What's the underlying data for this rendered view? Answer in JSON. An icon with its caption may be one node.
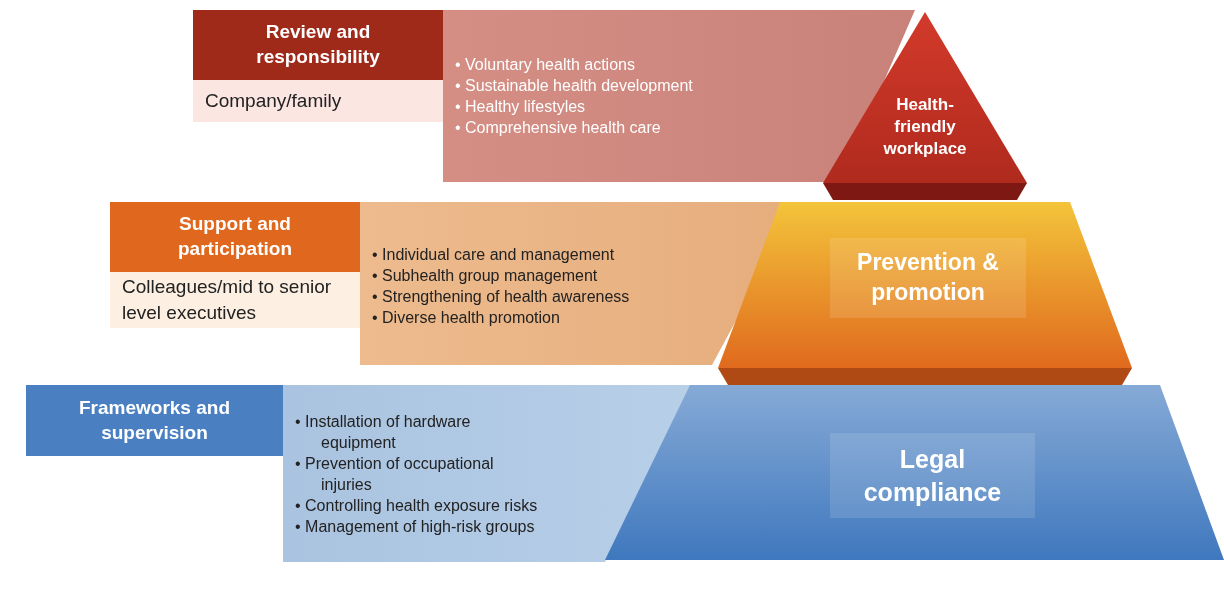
{
  "diagram": {
    "nodes": [
      {
        "text": [
          "Review and responsibility"
        ]
      },
      {
        "text": [
          "Company/family"
        ]
      },
      {
        "text": [
          "• Voluntary health actions",
          "• Sustainable health development",
          "• Healthy lifestyles",
          "• Comprehensive health care"
        ]
      },
      {
        "text": [
          "Health-friendly workplace"
        ]
      },
      {
        "text": [
          "Support and participation"
        ]
      },
      {
        "text": [
          "Colleagues/mid to senior level executives"
        ]
      },
      {
        "text": [
          "• Individual care and management",
          "• Subhealth group management",
          "• Strengthening of health awareness",
          "• Diverse health promotion"
        ]
      },
      {
        "text": [
          "Prevention & promotion"
        ]
      },
      {
        "text": [
          "Frameworks and supervision"
        ]
      },
      {
        "text": [
          "• Installation of hardware equipment",
          "• Prevention of occupational injuries",
          "• Controlling health exposure risks",
          "• Management of high-risk groups"
        ]
      },
      {
        "text": [
          "Legal compliance"
        ]
      }
    ]
  }
}
